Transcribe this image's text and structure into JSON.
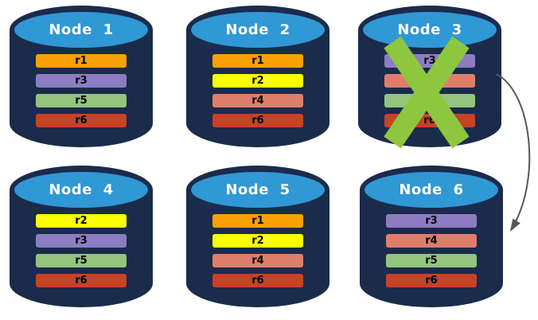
{
  "palette": {
    "node_body": "#1B2B4B",
    "node_top": "#2F98D5",
    "node_title_text": "#FFFFFF",
    "bar_text": "#000000",
    "failure_x": "#8DC63F",
    "arrow": "#575757"
  },
  "replica_colors": {
    "r1": "#F9A004",
    "r2": "#FEFF00",
    "r3": "#8E7CC3",
    "r4": "#DF7E6B",
    "r5": "#93C47D",
    "r6": "#C84226"
  },
  "nodes": [
    {
      "title": "Node 1",
      "failed": false,
      "replicas": [
        {
          "label": "r1",
          "color": "#F9A004"
        },
        {
          "label": "r3",
          "color": "#8E7CC3"
        },
        {
          "label": "r5",
          "color": "#93C47D"
        },
        {
          "label": "r6",
          "color": "#C84226"
        }
      ]
    },
    {
      "title": "Node 2",
      "failed": false,
      "replicas": [
        {
          "label": "r1",
          "color": "#F9A004"
        },
        {
          "label": "r2",
          "color": "#FEFF00"
        },
        {
          "label": "r4",
          "color": "#DF7E6B"
        },
        {
          "label": "r6",
          "color": "#C84226"
        }
      ]
    },
    {
      "title": "Node 3",
      "failed": true,
      "replicas": [
        {
          "label": "r3",
          "color": "#8E7CC3"
        },
        {
          "label": "r4",
          "color": "#DF7E6B"
        },
        {
          "label": "r5",
          "color": "#93C47D"
        },
        {
          "label": "r6",
          "color": "#C84226"
        }
      ]
    },
    {
      "title": "Node 4",
      "failed": false,
      "replicas": [
        {
          "label": "r2",
          "color": "#FEFF00"
        },
        {
          "label": "r3",
          "color": "#8E7CC3"
        },
        {
          "label": "r5",
          "color": "#93C47D"
        },
        {
          "label": "r6",
          "color": "#C84226"
        }
      ]
    },
    {
      "title": "Node 5",
      "failed": false,
      "replicas": [
        {
          "label": "r1",
          "color": "#F9A004"
        },
        {
          "label": "r2",
          "color": "#FEFF00"
        },
        {
          "label": "r4",
          "color": "#DF7E6B"
        },
        {
          "label": "r6",
          "color": "#C84226"
        }
      ]
    },
    {
      "title": "Node 6",
      "failed": false,
      "replicas": [
        {
          "label": "r3",
          "color": "#8E7CC3"
        },
        {
          "label": "r4",
          "color": "#DF7E6B"
        },
        {
          "label": "r5",
          "color": "#93C47D"
        },
        {
          "label": "r6",
          "color": "#C84226"
        }
      ]
    }
  ],
  "annotations": {
    "failure_x": {
      "node": "Node 3",
      "color": "#8DC63F"
    },
    "failover_arrow": {
      "from": "Node 3",
      "to": "Node 6",
      "color": "#575757"
    }
  }
}
